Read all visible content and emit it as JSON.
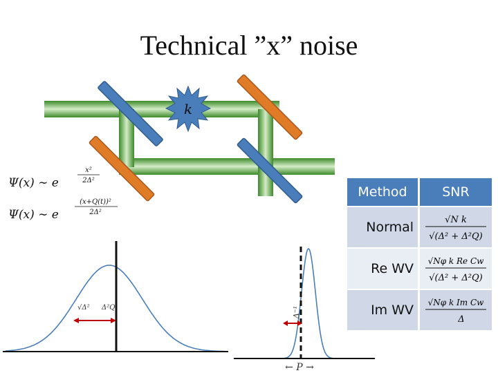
{
  "slide": {
    "title": "Technical ”x” noise"
  },
  "interferometer": {
    "phase_label": "k",
    "colors": {
      "beam": "#4f9e3a",
      "beam_light": "#cfe8c2",
      "mirror": "#4a7ebb",
      "beamsplitter": "#e07b28",
      "star": "#4a7ebb"
    }
  },
  "equations": {
    "psi_unshifted": {
      "lhs": "Ψ(x) ∼ e",
      "exp_num": "x²",
      "exp_den": "2Δ²"
    },
    "psi_shifted": {
      "lhs": "Ψ(x) ∼ e",
      "exp_num": "(x+Q(t))²",
      "exp_den": "2Δ²"
    }
  },
  "left_plot": {
    "width_label_a": "√Δ²",
    "width_label_b": "Δ²Q"
  },
  "right_plot": {
    "width_label": "Δ⁻¹",
    "axis_label": "← P →"
  },
  "table": {
    "headers": [
      "Method",
      "SNR"
    ],
    "rows": [
      {
        "method": "Normal",
        "snr_num": "√N k",
        "snr_den": "√(Δ² + Δ²Q)"
      },
      {
        "method": "Re WV",
        "snr_num": "√Nφ k Re Cw",
        "snr_den": "√(Δ² + Δ²Q)"
      },
      {
        "method": "Im WV",
        "snr_num": "√Nφ  k Im Cw",
        "snr_den": "Δ"
      }
    ],
    "colors": {
      "header": "#4a7ebb",
      "row_a": "#d0d8e8",
      "row_b": "#e9edf4"
    }
  }
}
